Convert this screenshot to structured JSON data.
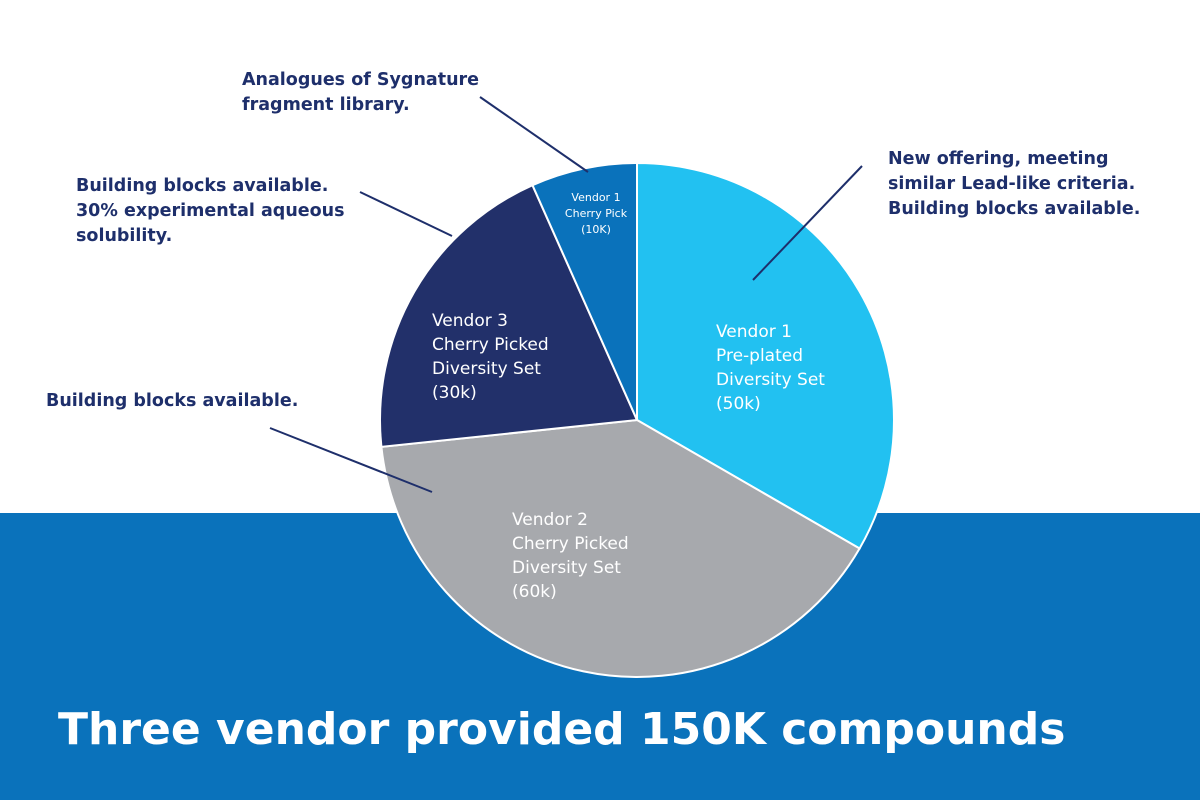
{
  "caption": "Three vendor provided 150K compounds",
  "colors": {
    "band": "#0a72bb",
    "annotation_text": "#1e2f6b",
    "vendor1_preplated": "#22c1f1",
    "vendor2_cherry": "#a7a9ad",
    "vendor3_cherry": "#22306a",
    "vendor1_cherry_pick": "#0a72bb"
  },
  "chart_data": {
    "type": "pie",
    "title": "",
    "start": "12 o'clock",
    "direction": "clockwise",
    "slices": [
      {
        "label": "Vendor 1\nPre-plated\nDiversity Set\n(50k)",
        "value": 50,
        "color": "#22c1f1"
      },
      {
        "label": "Vendor 2\nCherry Picked\nDiversity Set\n(60k)",
        "value": 60,
        "color": "#a7a9ad"
      },
      {
        "label": "Vendor 3\nCherry Picked\nDiversity Set\n(30k)",
        "value": 30,
        "color": "#22306a"
      },
      {
        "label": "Vendor 1\nCherry Pick\n(10K)",
        "value": 10,
        "color": "#0a72bb"
      }
    ],
    "annotations": [
      {
        "text": "New offering, meeting\nsimilar Lead-like criteria.\nBuilding blocks available.",
        "slice": "Vendor 1 Pre-plated Diversity Set"
      },
      {
        "text": "Building blocks available.",
        "slice": "Vendor 2 Cherry Picked Diversity Set"
      },
      {
        "text": "Building blocks available.\n30% experimental aqueous\nsolubility.",
        "slice": "Vendor 3 Cherry Picked Diversity Set"
      },
      {
        "text": "Analogues of Sygnature\nfragment library.",
        "slice": "Vendor 1 Cherry Pick"
      }
    ]
  }
}
